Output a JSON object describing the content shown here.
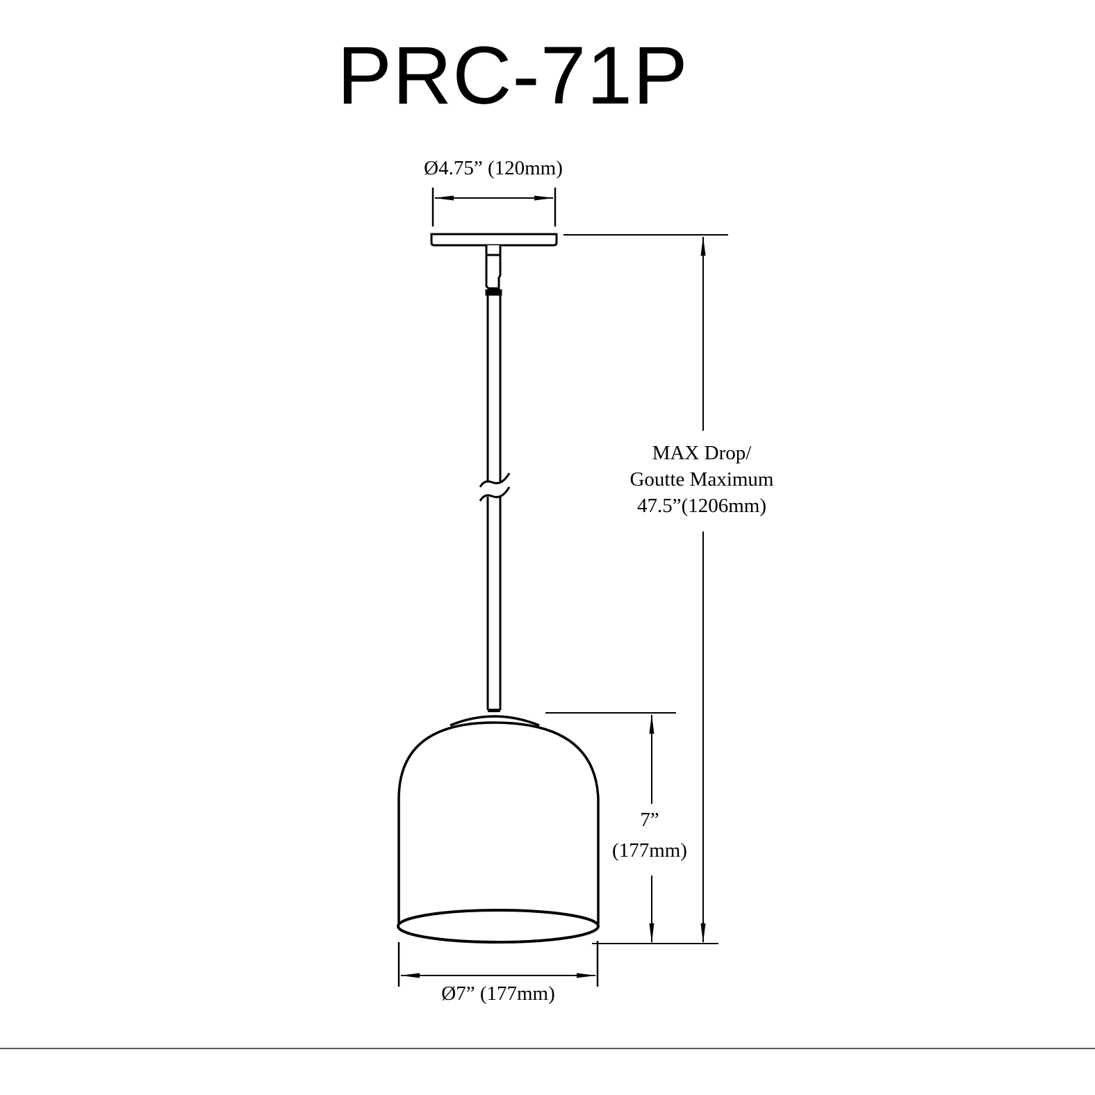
{
  "title": "PRC-71P",
  "dimensions": {
    "canopy_diameter": "Ø4.75” (120mm)",
    "max_drop": {
      "line1": "MAX Drop/",
      "line2": "Goutte Maximum",
      "line3": "47.5”(1206mm)"
    },
    "shade_height": {
      "line1": "7”",
      "line2": "(177mm)"
    },
    "shade_diameter": "Ø7” (177mm)"
  },
  "colors": {
    "line": "#000000",
    "background": "#ffffff",
    "footer_rule": "#5a5a5a"
  }
}
